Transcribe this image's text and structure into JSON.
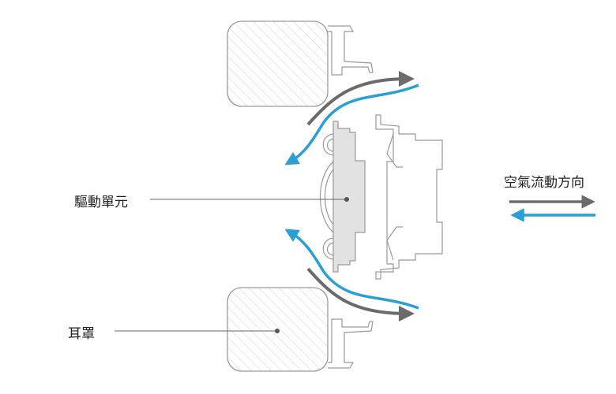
{
  "labels": {
    "driver_unit": "驅動單元",
    "ear_cup": "耳罩",
    "airflow_direction": "空氣流動方向"
  },
  "colors": {
    "outflow": "#6b6b6b",
    "inflow": "#2a9fd6",
    "outline": "#9a9a9a",
    "driver_fill": "#e2e2e2"
  }
}
